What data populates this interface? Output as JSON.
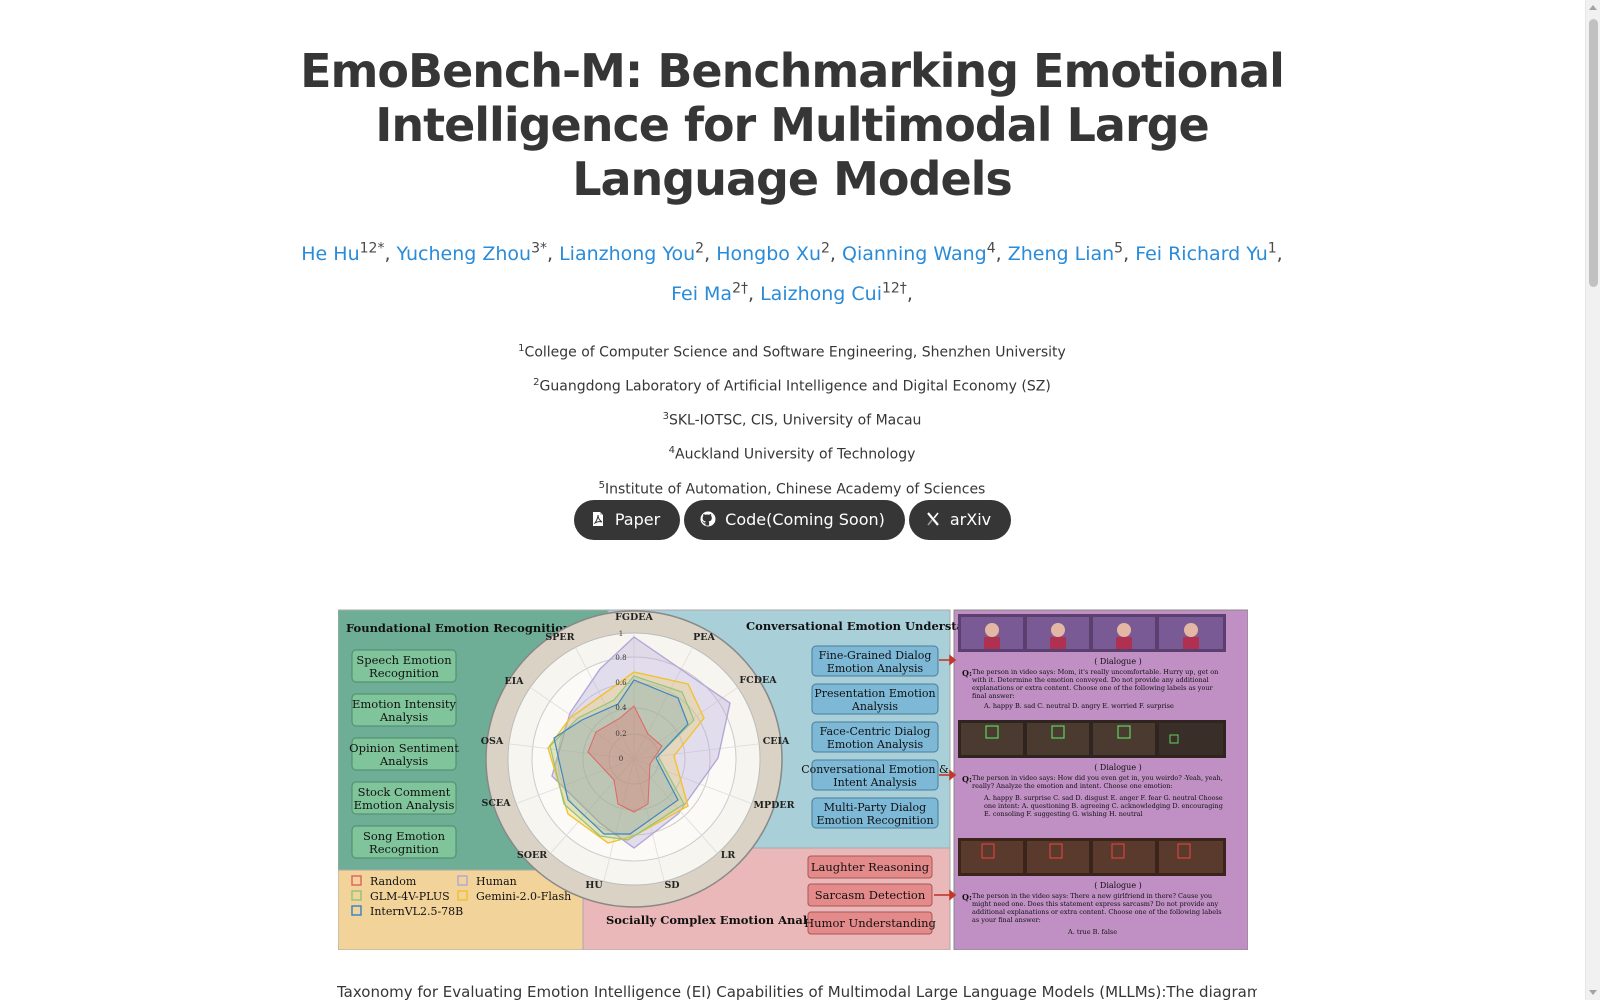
{
  "title": "EmoBench-M: Benchmarking Emotional Intelligence for Multimodal Large Language Models",
  "authors": [
    {
      "name": "He Hu",
      "sup": "12*"
    },
    {
      "name": "Yucheng Zhou",
      "sup": "3*"
    },
    {
      "name": "Lianzhong You",
      "sup": "2"
    },
    {
      "name": "Hongbo Xu",
      "sup": "2"
    },
    {
      "name": "Qianning Wang",
      "sup": "4"
    },
    {
      "name": "Zheng Lian",
      "sup": "5"
    },
    {
      "name": "Fei Richard Yu",
      "sup": "1"
    },
    {
      "name": "Fei Ma",
      "sup": "2†"
    },
    {
      "name": "Laizhong Cui",
      "sup": "12†"
    }
  ],
  "affiliations": [
    {
      "sup": "1",
      "text": "College of Computer Science and Software Engineering, Shenzhen University"
    },
    {
      "sup": "2",
      "text": "Guangdong Laboratory of Artificial Intelligence and Digital Economy (SZ)"
    },
    {
      "sup": "3",
      "text": "SKL-IOTSC, CIS, University of Macau"
    },
    {
      "sup": "4",
      "text": "Auckland University of Technology"
    },
    {
      "sup": "5",
      "text": "Institute of Automation, Chinese Academy of Sciences"
    }
  ],
  "buttons": [
    {
      "label": "Paper",
      "icon": "pdf-icon"
    },
    {
      "label": "Code(Coming Soon)",
      "icon": "github-icon"
    },
    {
      "label": "arXiv",
      "icon": "arxiv-icon"
    }
  ],
  "figure": {
    "panels": {
      "foundational": "Foundational Emotion Recognition",
      "conversational": "Conversational Emotion Understanding",
      "social": "Socially Complex Emotion Analysis"
    },
    "foundational_tasks": [
      "Speech Emotion Recognition",
      "Emotion Intensity Analysis",
      "Opinion Sentiment Analysis",
      "Stock Comment Emotion Analysis",
      "Song Emotion Recognition"
    ],
    "conversational_tasks": [
      "Fine-Grained Dialog Emotion Analysis",
      "Presentation Emotion Analysis",
      "Face-Centric Dialog Emotion Analysis",
      "Conversational Emotion & Intent Analysis",
      "Multi-Party Dialog Emotion Recognition"
    ],
    "social_tasks": [
      "Laughter Reasoning",
      "Sarcasm Detection",
      "Humor Understanding"
    ],
    "radar_axes": [
      "FGDEA",
      "PEA",
      "FCDEA",
      "CEIA",
      "MPDER",
      "LR",
      "SD",
      "HU",
      "SOER",
      "SCEA",
      "OSA",
      "EIA",
      "SPER"
    ],
    "radar_ticks": [
      "0",
      "0.2",
      "0.4",
      "0.6",
      "0.8",
      "1"
    ],
    "legend": [
      {
        "name": "Random",
        "color": "#e06666"
      },
      {
        "name": "Human",
        "color": "#b4a7d6"
      },
      {
        "name": "GLM-4V-PLUS",
        "color": "#93c47d"
      },
      {
        "name": "Gemini-2.0-Flash",
        "color": "#f1c232"
      },
      {
        "name": "InternVL2.5-78B",
        "color": "#3d85c6"
      }
    ],
    "dialogue_label": "( Dialogue )",
    "examples": [
      {
        "q": "Q:",
        "text": "The person in video says: Mom, it's really uncomfortable. Hurry up, get on with it. Determine the emotion conveyed. Do not provide any additional explanations or extra content. Choose one of the following labels as your final answer:",
        "options": "A. happy   B. sad   C. neutral   D. angry   E. worried   F. surprise"
      },
      {
        "q": "Q:",
        "text": "The person in video says: How did you even get in, you weirdo? -Yeah, yeah, really? Analyze the emotion and intent. Choose one emotion:",
        "options": "A. happy  B. surprise  C. sad  D. disgust  E. anger  F. fear  G. neutral  Choose one intent:  A. questioning  B. agreeing  C. acknowledging  D. encouraging  E. consoling  F. suggesting  G. wishing  H. neutral"
      },
      {
        "q": "Q:",
        "text": "The person in the video says: There a new girlfriend in there? Cause you might need one. Does this statement express sarcasm? Do not provide any additional explanations or extra content. Choose one of the following labels as your final answer:",
        "options": "A. true   B. false"
      }
    ]
  },
  "caption": "Taxonomy for Evaluating Emotion Intelligence (EI) Capabilities of Multimodal Large Language Models (MLLMs):The diagram"
}
